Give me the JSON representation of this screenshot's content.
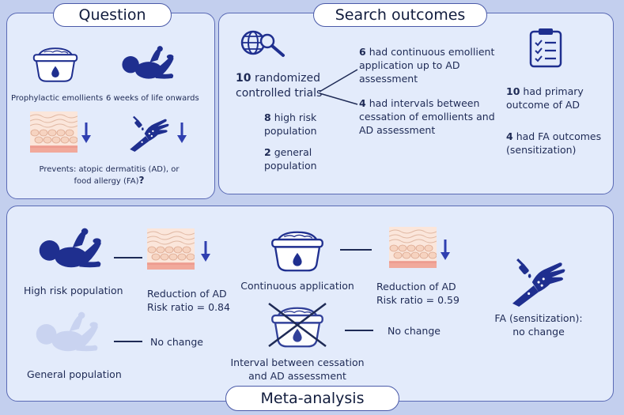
{
  "colors": {
    "background": "#c3cfee",
    "panel": "#e3ebfb",
    "border": "#5a6ab5",
    "navy": "#1f2f8f",
    "faded": "#c9d3f0",
    "skin": "#f3c6b0",
    "arrow": "#2f3fb0"
  },
  "question": {
    "title": "Question",
    "emollients_label": "Prophylactic emollients",
    "age_label": "6 weeks of life onwards",
    "prevents_line1": "Prevents: atopic dermatitis (AD), or",
    "prevents_line2": "food allergy (FA)",
    "prevents_q": "?"
  },
  "search": {
    "title": "Search outcomes",
    "trials_num": "10",
    "trials_line1": "randomized",
    "trials_line2": "controlled trials",
    "high_num": "8",
    "high_line1": "high risk",
    "high_line2": "population",
    "gen_num": "2",
    "gen_line1": "general",
    "gen_line2": "population",
    "cont_num": "6",
    "cont_line1": "had continuous emollient",
    "cont_line2": "application up to AD",
    "cont_line3": "assessment",
    "int_num": "4",
    "int_line1": "had intervals between",
    "int_line2": "cessation of emollients and",
    "int_line3": "AD assessment",
    "primary_num": "10",
    "primary_line1": "had primary",
    "primary_line2": "outcome of AD",
    "fa_num": "4",
    "fa_line1": "had FA outcomes",
    "fa_line2": "(sensitization)"
  },
  "meta": {
    "title": "Meta-analysis",
    "high_risk_label": "High risk population",
    "high_risk_result_line1": "Reduction of AD",
    "high_risk_result_line2": "Risk ratio = 0.84",
    "general_label": "General population",
    "general_result": "No change",
    "continuous_label": "Continuous application",
    "continuous_result_line1": "Reduction of AD",
    "continuous_result_line2": "Risk ratio = 0.59",
    "interval_line1": "Interval between cessation",
    "interval_line2": "and AD assessment",
    "interval_result": "No change",
    "fa_line1": "FA (sensitization):",
    "fa_line2": "no change"
  },
  "icons": [
    "emollient-jar-icon",
    "baby-icon",
    "skin-layer-icon",
    "down-arrow-icon",
    "allergy-arm-icon",
    "globe-search-icon",
    "clipboard-checklist-icon"
  ]
}
